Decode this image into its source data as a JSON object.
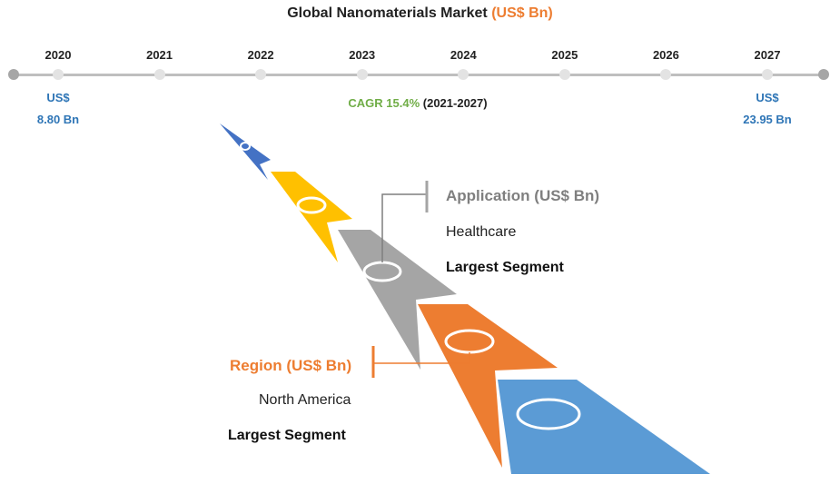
{
  "title": {
    "main": "Global Nanomaterials Market",
    "unit": "(US$ Bn)"
  },
  "colors": {
    "accent_orange": "#ed7d31",
    "accent_blue": "#2e75b6",
    "cagr_green": "#70ad47",
    "application_gray": "#7f7f7f"
  },
  "chart_data": {
    "type": "timeline",
    "title": "Global Nanomaterials Market (US$ Bn)",
    "years": [
      "2020",
      "2021",
      "2022",
      "2023",
      "2024",
      "2025",
      "2026",
      "2027"
    ],
    "start": {
      "year": "2020",
      "currency": "US$",
      "value": "8.80 Bn"
    },
    "end": {
      "year": "2027",
      "currency": "US$",
      "value": "23.95 Bn"
    },
    "cagr": {
      "label": "CAGR 15.4%",
      "period": "(2021-2027)"
    }
  },
  "application": {
    "title": "Application (US$ Bn)",
    "value": "Healthcare",
    "note": "Largest Segment"
  },
  "region": {
    "title": "Region (US$ Bn)",
    "value": "North America",
    "note": "Largest Segment"
  }
}
